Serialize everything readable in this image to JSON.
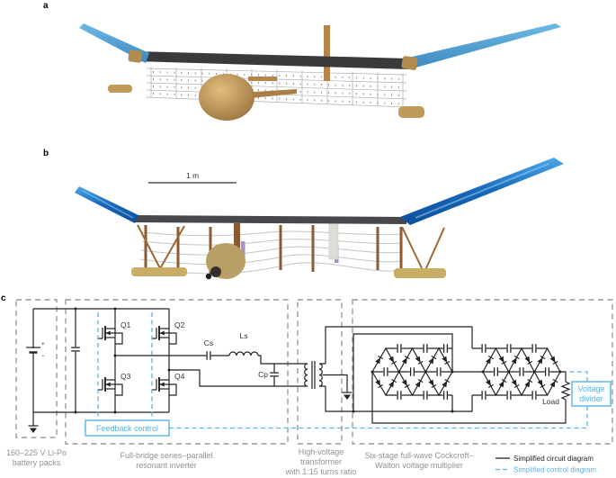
{
  "figure": {
    "panel_a": "a",
    "panel_b": "b",
    "panel_c": "c",
    "scale_bar": "1 m"
  },
  "circuit": {
    "components": {
      "q1": "Q1",
      "q2": "Q2",
      "q3": "Q3",
      "q4": "Q4",
      "cs": "Cs",
      "ls": "Ls",
      "cp": "Cp",
      "load": "Load",
      "battery_plus": "+",
      "battery_minus": "−"
    },
    "control_boxes": {
      "feedback": "Feedback control",
      "voltage_divider_line1": "Voltage",
      "voltage_divider_line2": "divider"
    },
    "section_labels": {
      "battery_line1": "160–225 V Li-Po",
      "battery_line2": "battery packs",
      "inverter_line1": "Full-bridge series–parallel",
      "inverter_line2": "resonant inverter",
      "transformer_line1": "High-voltage",
      "transformer_line2": "transformer",
      "transformer_line3": "with 1:15 turns ratio",
      "multiplier_line1": "Six-stage full-wave Cockcroft–",
      "multiplier_line2": "Walton voltage multiplier"
    },
    "legend": {
      "circuit_diagram": "Simplified circuit diagram",
      "control_diagram": "Simplified control diagram"
    },
    "colors": {
      "control_blue": "#54b3e6",
      "wire": "#222222",
      "dashed_box_gray": "#98999b",
      "section_label_gray": "#909295"
    }
  }
}
